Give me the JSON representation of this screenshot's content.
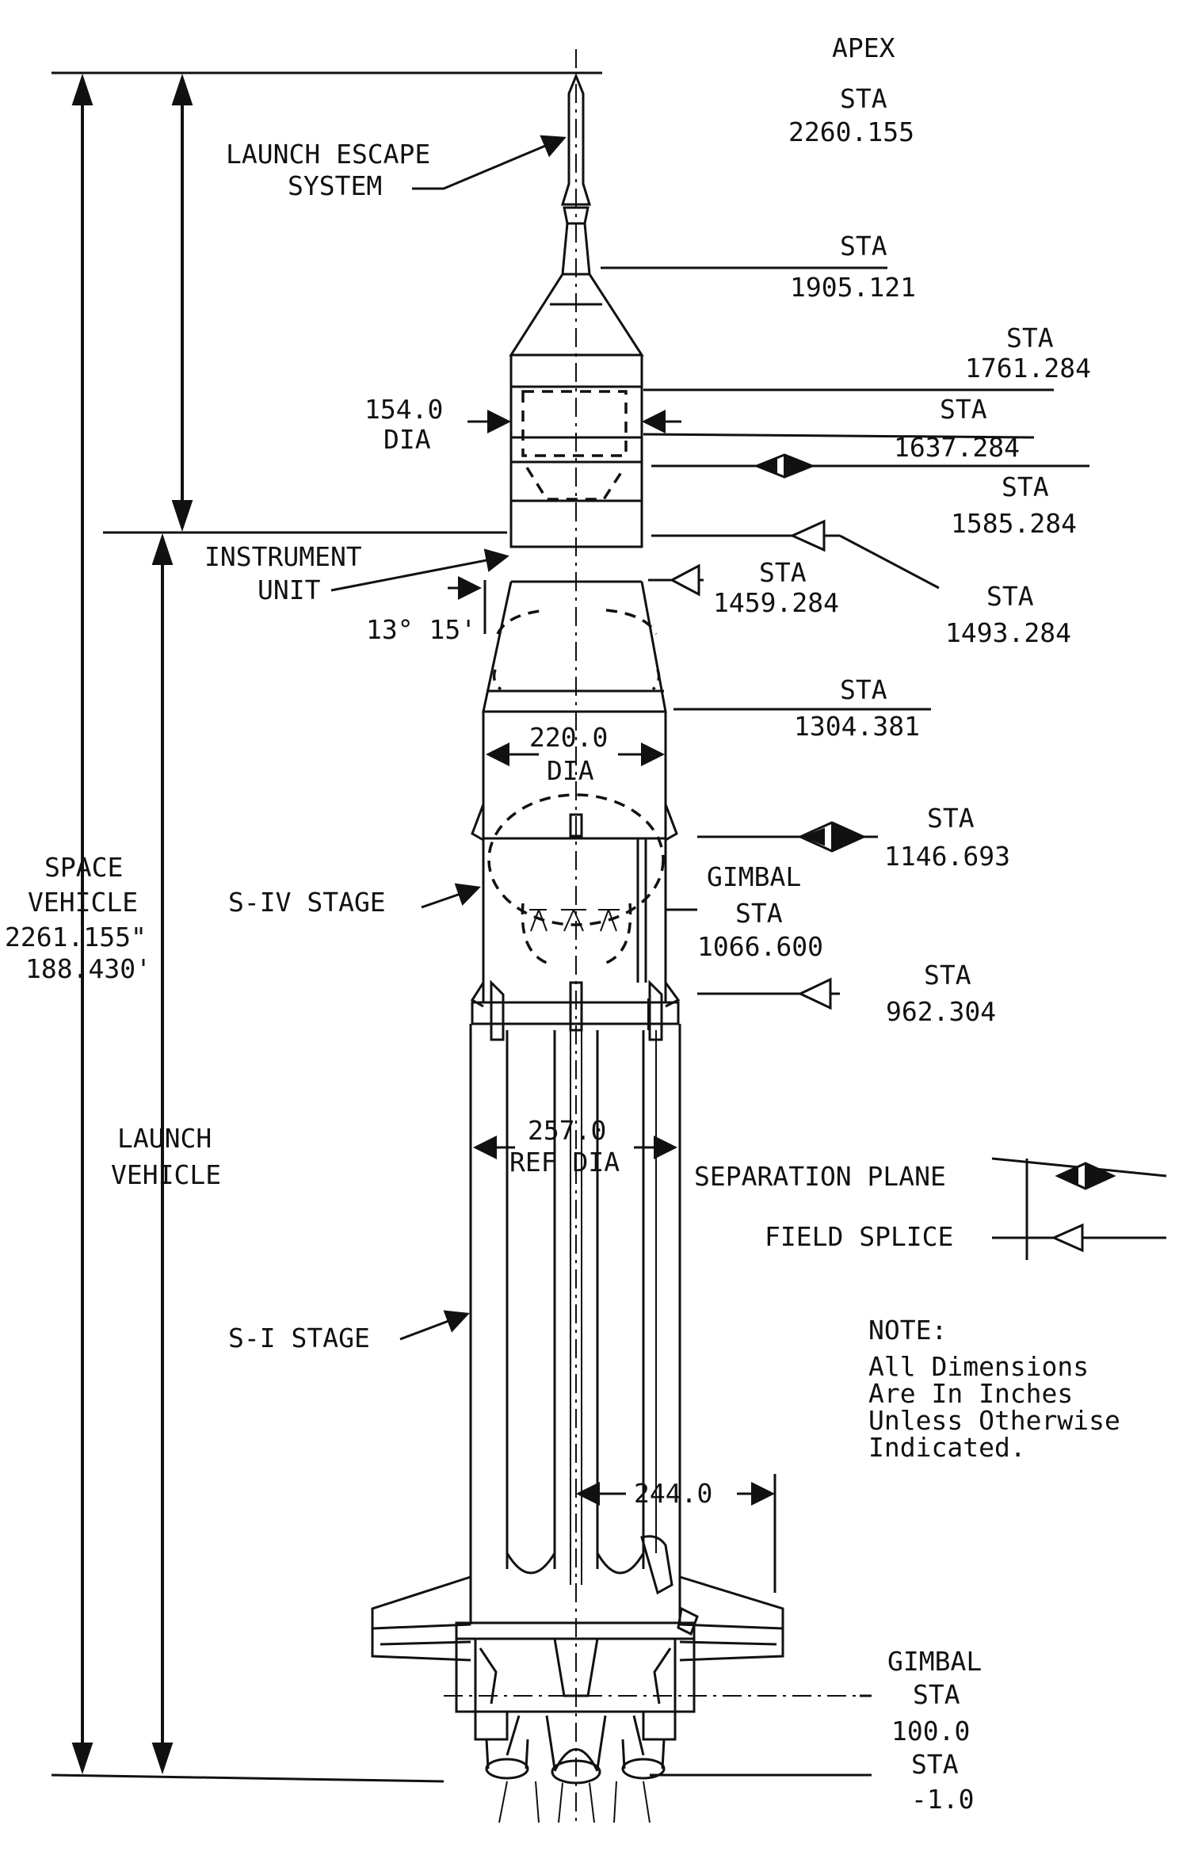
{
  "colors": {
    "ink": "#111111",
    "paper": "#ffffff"
  },
  "stations": {
    "apex_label": "APEX",
    "apex_sta": "STA",
    "apex_value": "2260.155",
    "s1905_sta": "STA",
    "s1905_value": "1905.121",
    "s1761_sta": "STA",
    "s1761_value": "1761.284",
    "s1637_sta": "STA",
    "s1637_value": "1637.284",
    "s1585_sta": "STA",
    "s1585_value": "1585.284",
    "s1459_sta": "STA",
    "s1459_value": "1459.284",
    "s1493_sta": "STA",
    "s1493_value": "1493.284",
    "s1304_sta": "STA",
    "s1304_value": "1304.381",
    "s1146_sta": "STA",
    "s1146_value": "1146.693",
    "gimbal_upper_label": "GIMBAL",
    "gimbal_upper_sta": "STA",
    "gimbal_upper_value": "1066.600",
    "s962_sta": "STA",
    "s962_value": "962.304",
    "gimbal_lower_label": "GIMBAL",
    "gimbal_lower_sta": "STA",
    "gimbal_lower_value": "100.0",
    "s_neg1_sta": "STA",
    "s_neg1_value": "-1.0"
  },
  "components": {
    "les_line1": "LAUNCH ESCAPE",
    "les_line2": "SYSTEM",
    "iu_line1": "INSTRUMENT",
    "iu_line2": "UNIT",
    "angle": "13° 15'",
    "s4_stage": "S-IV STAGE",
    "s1_stage": "S-I STAGE"
  },
  "dimensions": {
    "dia154_value": "154.0",
    "dia154_unit": "DIA",
    "dia220_value": "220.0",
    "dia220_unit": "DIA",
    "dia257_value": "257.0",
    "dia257_unit": "REF DIA",
    "span244": "244.0",
    "space_vehicle_line1": "SPACE",
    "space_vehicle_line2": "VEHICLE",
    "space_vehicle_inches": "2261.155\"",
    "space_vehicle_feet": "188.430'",
    "launch_vehicle_line1": "LAUNCH",
    "launch_vehicle_line2": "VEHICLE"
  },
  "legend": {
    "separation_plane": "SEPARATION PLANE",
    "field_splice": "FIELD SPLICE"
  },
  "note": {
    "title": "NOTE:",
    "line1": "All Dimensions",
    "line2": "Are In Inches",
    "line3": "Unless Otherwise",
    "line4": "Indicated."
  }
}
